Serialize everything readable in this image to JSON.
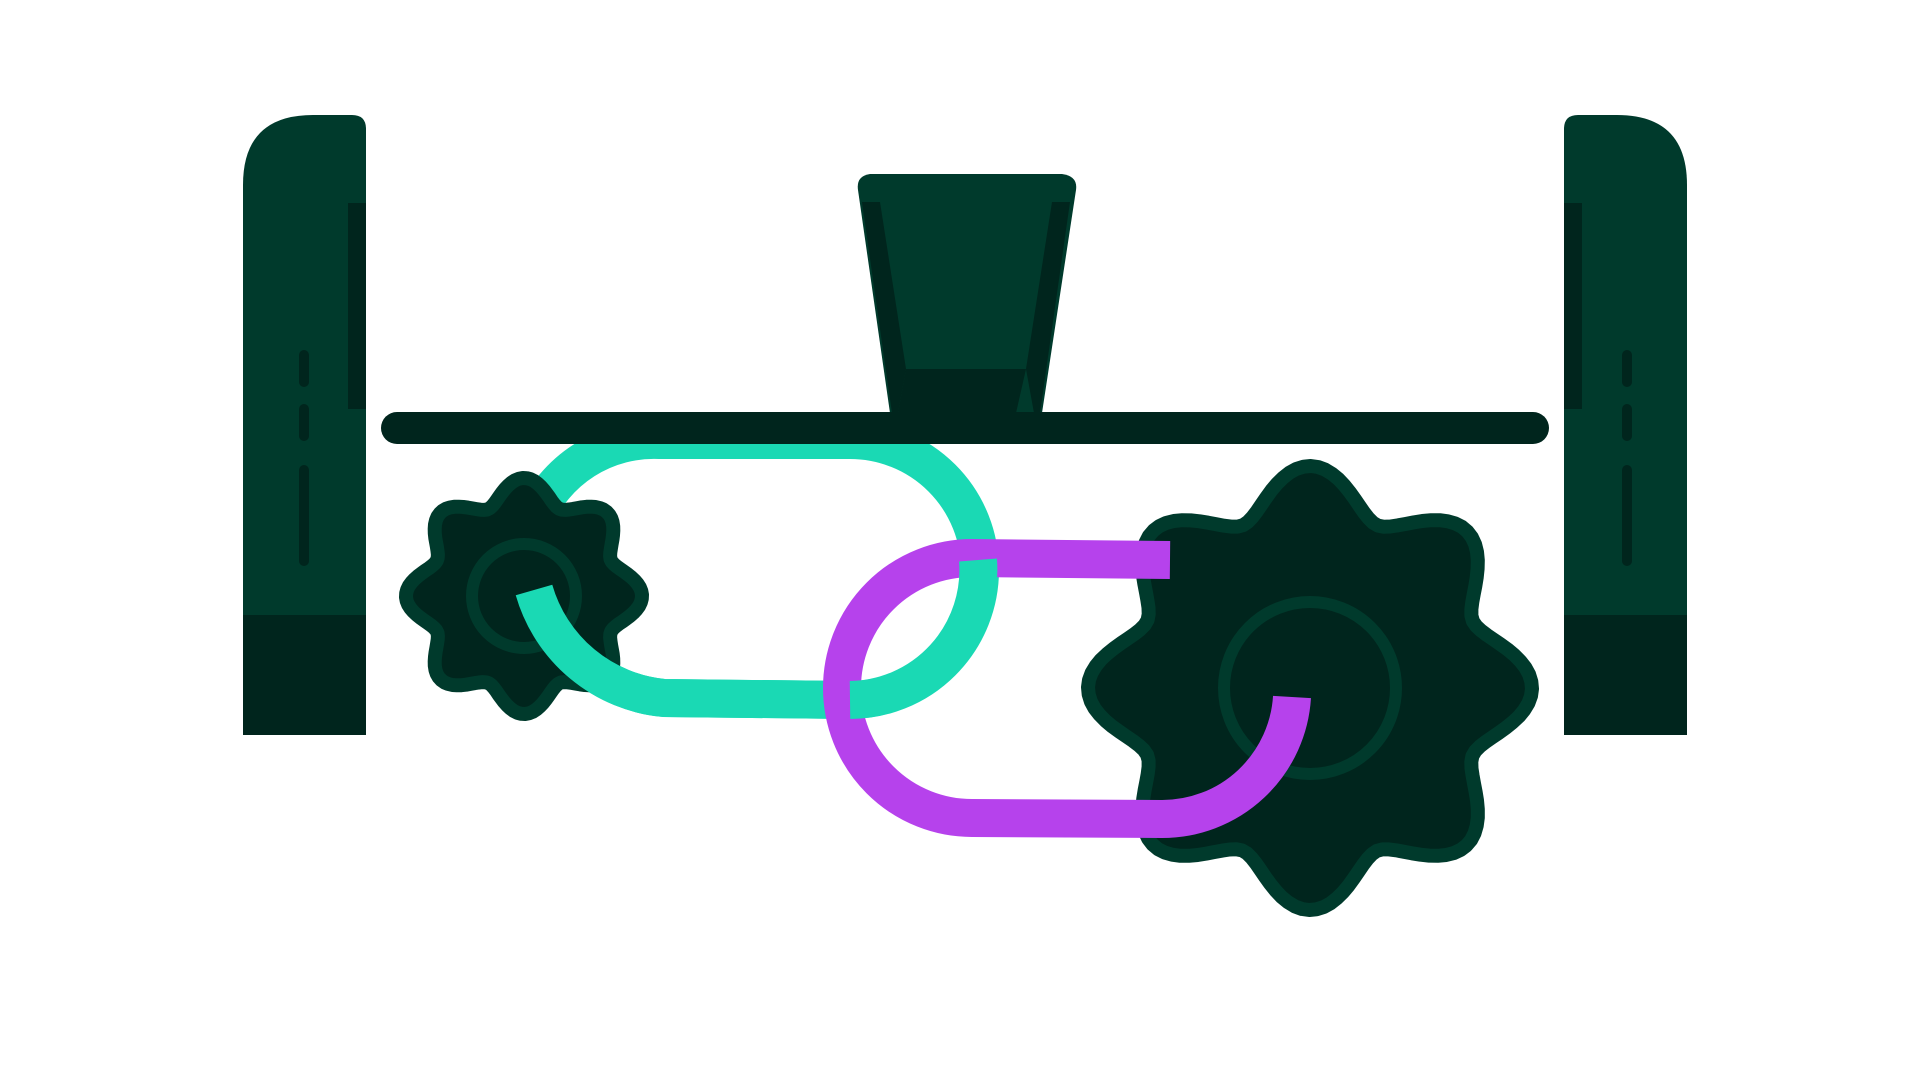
{
  "illustration": {
    "elements": [
      "left-pillar",
      "right-pillar",
      "hopper",
      "crossbar",
      "small-gear",
      "large-gear",
      "teal-chain-link",
      "purple-chain-link"
    ]
  },
  "colors": {
    "background": "#ffffff",
    "pillar": "#003a2c",
    "pillar_dark": "#00251d",
    "bar": "#00251d",
    "gear_fill": "#00251d",
    "gear_outline": "#003a2c",
    "teal_link": "#1ad9b4",
    "purple_link": "#b642ec"
  }
}
